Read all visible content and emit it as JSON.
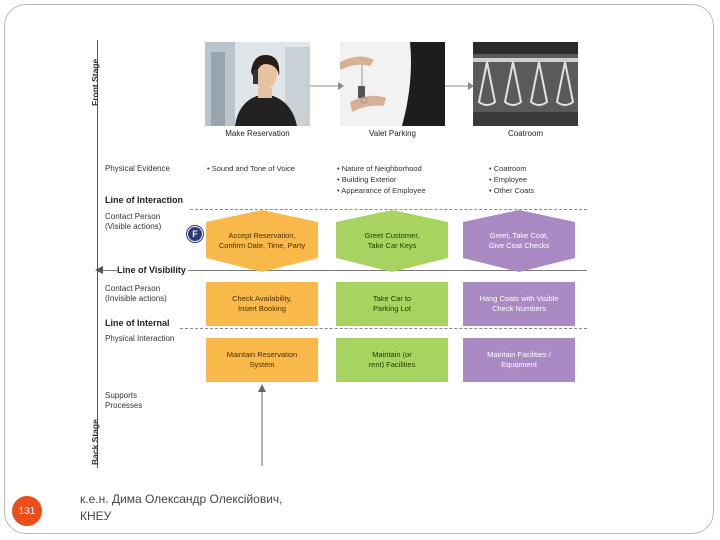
{
  "stages": {
    "front": "Front Stage",
    "back": "Back Stage"
  },
  "photos": [
    {
      "caption": "Make Reservation",
      "icon": "woman-phone-photo"
    },
    {
      "caption": "Valet Parking",
      "icon": "car-keys-photo"
    },
    {
      "caption": "Coatroom",
      "icon": "coat-hangers-photo"
    }
  ],
  "rows": {
    "physical_evidence": "Physical Evidence",
    "contact_visible": "Contact Person\n(Visible actions)",
    "contact_invisible": "Contact Person\n(Invisible actions)",
    "physical_interaction": "Physical Interaction",
    "support": "Supports\nProcesses"
  },
  "lines": {
    "interaction": "Line of Interaction",
    "visibility": "Line of Visibility",
    "internal": "Line of Internal"
  },
  "evidence": [
    [
      "• Sound and Tone of Voice"
    ],
    [
      "• Nature of Neighborhood",
      "• Building Exterior",
      "• Appearance of Employee"
    ],
    [
      "• Coatroom",
      "• Employee",
      "• Other Coats"
    ]
  ],
  "visible_actions": [
    "Accept Reservation,\nConfirm Date, Time, Party",
    "Greet Customer,\nTake Car Keys",
    "Greet, Take Coat,\nGive Coat Checks"
  ],
  "invisible_actions": [
    "Check Availability,\nInsert Booking",
    "Take Car to\nParking Lot",
    "Hang Coats with Visible\nCheck Numbers"
  ],
  "support_processes": [
    "Maintain Reservation\nSystem",
    "Maintain (or\nrent) Facilities",
    "Maintain Facilities /\nEquipment"
  ],
  "fail_point": "F",
  "colors": {
    "orange": "#f9b94a",
    "green": "#a7d460",
    "purple": "#a98ac2",
    "badge": "#e94e1b"
  },
  "footer": {
    "page_number": "131",
    "author": "к.е.н. Дима Олександр Олексійович,\nКНЕУ"
  }
}
